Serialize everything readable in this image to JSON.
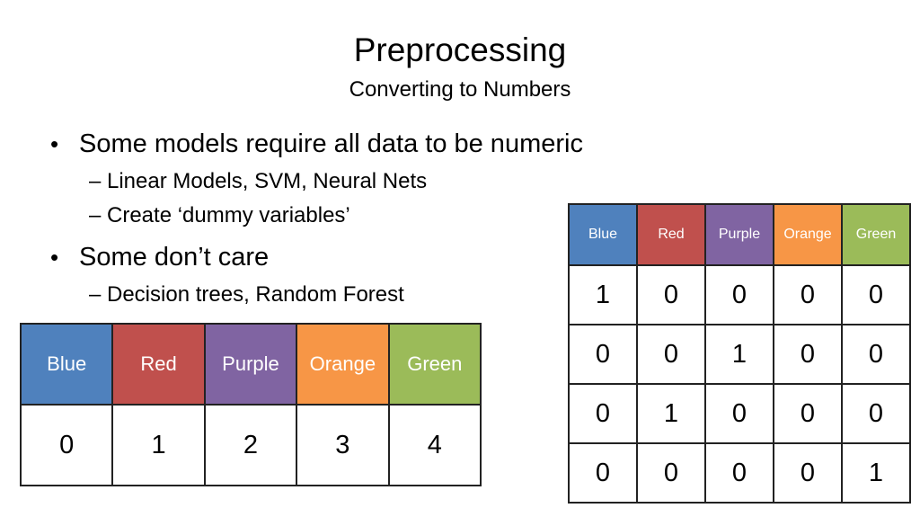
{
  "slide": {
    "title": "Preprocessing",
    "subtitle": "Converting to Numbers"
  },
  "bullets": [
    {
      "text": "Some models require all data to be numeric",
      "sub": [
        "Linear Models, SVM, Neural Nets",
        "Create ‘dummy variables’"
      ]
    },
    {
      "text": "Some don’t care",
      "sub": [
        "Decision trees, Random Forest"
      ]
    }
  ],
  "colors": {
    "Blue": "#4f81bd",
    "Red": "#c0504d",
    "Purple": "#8064a2",
    "Orange": "#f79646",
    "Green": "#9bbb59"
  },
  "label_table": {
    "headers": [
      "Blue",
      "Red",
      "Purple",
      "Orange",
      "Green"
    ],
    "values": [
      "0",
      "1",
      "2",
      "3",
      "4"
    ]
  },
  "dummy_table": {
    "headers": [
      "Blue",
      "Red",
      "Purple",
      "Orange",
      "Green"
    ],
    "rows": [
      [
        "1",
        "0",
        "0",
        "0",
        "0"
      ],
      [
        "0",
        "0",
        "1",
        "0",
        "0"
      ],
      [
        "0",
        "1",
        "0",
        "0",
        "0"
      ],
      [
        "0",
        "0",
        "0",
        "0",
        "1"
      ]
    ]
  }
}
